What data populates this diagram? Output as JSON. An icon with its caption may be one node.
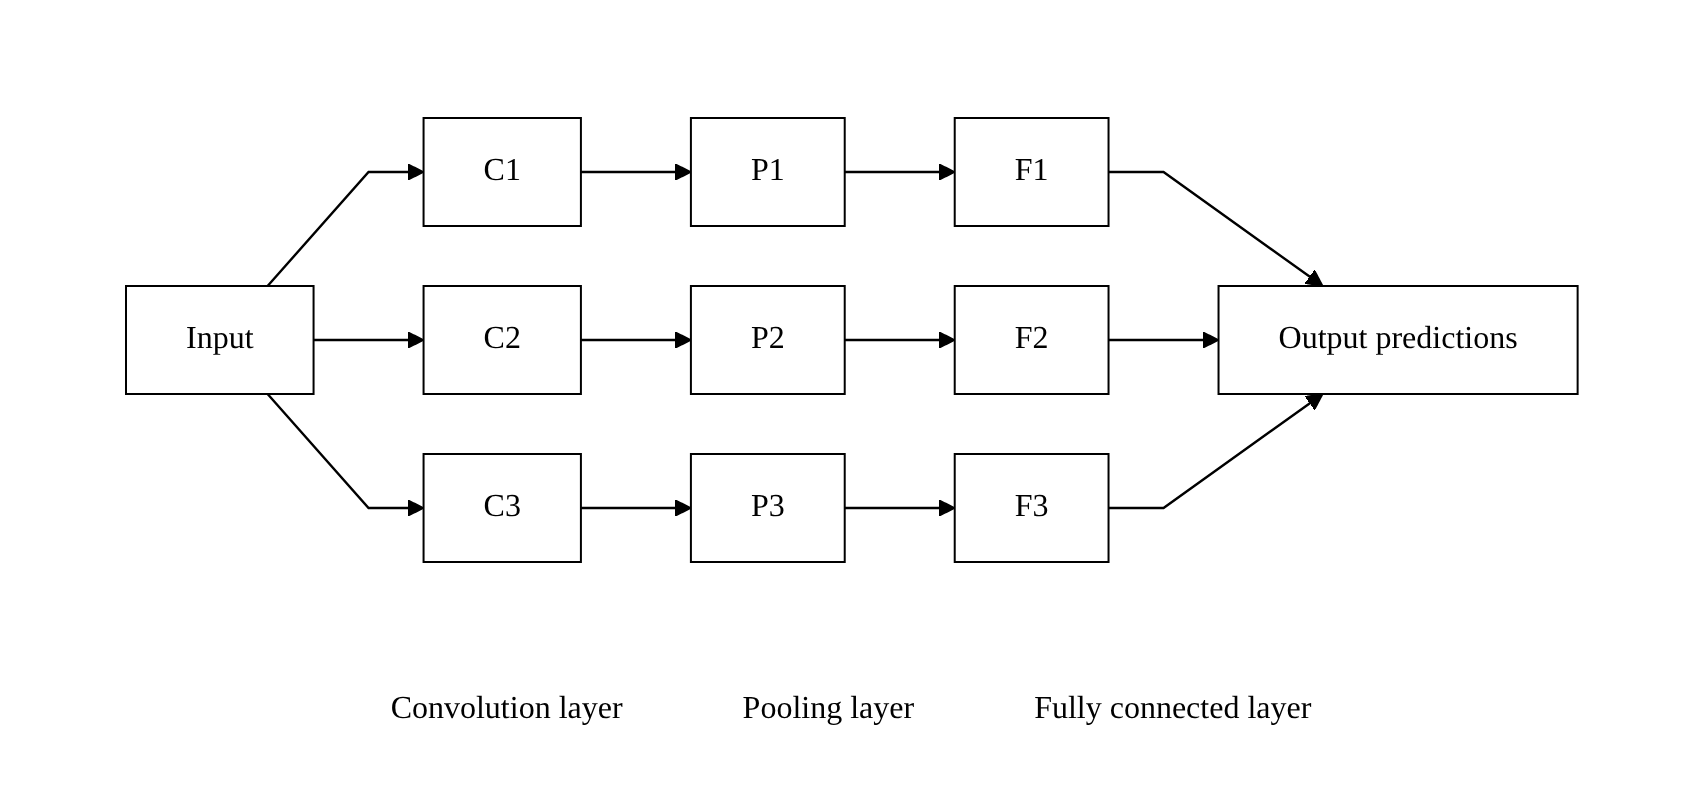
{
  "diagram": {
    "nodes": [
      {
        "text": [
          "Input"
        ]
      },
      {
        "text": [
          "C1"
        ]
      },
      {
        "text": [
          "P1"
        ]
      },
      {
        "text": [
          "F1"
        ]
      },
      {
        "text": [
          "C2"
        ]
      },
      {
        "text": [
          "P2"
        ]
      },
      {
        "text": [
          "F2"
        ]
      },
      {
        "text": [
          "C3"
        ]
      },
      {
        "text": [
          "P3"
        ]
      },
      {
        "text": [
          "F3"
        ]
      },
      {
        "text": [
          "Output predictions"
        ]
      }
    ],
    "edges": [
      {
        "from": 0,
        "to": 1,
        "arrow": "to"
      },
      {
        "from": 0,
        "to": 4,
        "arrow": "to"
      },
      {
        "from": 0,
        "to": 7,
        "arrow": "to"
      },
      {
        "from": 1,
        "to": 2,
        "arrow": "to"
      },
      {
        "from": 2,
        "to": 3,
        "arrow": "to"
      },
      {
        "from": 4,
        "to": 5,
        "arrow": "to"
      },
      {
        "from": 5,
        "to": 6,
        "arrow": "to"
      },
      {
        "from": 7,
        "to": 8,
        "arrow": "to"
      },
      {
        "from": 8,
        "to": 9,
        "arrow": "to"
      },
      {
        "from": 3,
        "to": 10,
        "arrow": "to"
      },
      {
        "from": 6,
        "to": 10,
        "arrow": "to"
      },
      {
        "from": 9,
        "to": 10,
        "arrow": "to"
      }
    ],
    "labels": [
      "Convolution layer",
      "Pooling layer",
      "Fully connected layer"
    ]
  }
}
